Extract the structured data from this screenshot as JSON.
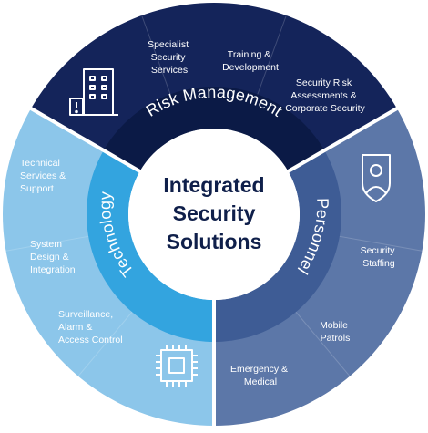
{
  "center_title": [
    "Integrated",
    "Security",
    "Solutions"
  ],
  "colors": {
    "risk_outer": "#14245a",
    "risk_inner": "#0b1a46",
    "personnel_outer": "#5c77a8",
    "personnel_inner": "#3e5c95",
    "technology_outer": "#8cc6ea",
    "technology_inner": "#33a4df",
    "divider": "#ffffff",
    "center_text": "#0f1f4a"
  },
  "segments": [
    {
      "label": "Risk Management",
      "icon": "building-alert-icon",
      "items": [
        [
          "Specialist",
          "Security",
          "Services"
        ],
        [
          "Training &",
          "Development"
        ],
        [
          "Security Risk",
          "Assessments &",
          "Corporate Security"
        ]
      ]
    },
    {
      "label": "Personnel",
      "icon": "person-shield-icon",
      "items": [
        [
          "Security",
          "Staffing"
        ],
        [
          "Mobile",
          "Patrols"
        ],
        [
          "Emergency &",
          "Medical"
        ]
      ]
    },
    {
      "label": "Technology",
      "icon": "microchip-icon",
      "items": [
        [
          "Surveillance,",
          "Alarm &",
          "Access Control"
        ],
        [
          "System",
          "Design &",
          "Integration"
        ],
        [
          "Technical",
          "Services  &",
          "Support"
        ]
      ]
    }
  ]
}
